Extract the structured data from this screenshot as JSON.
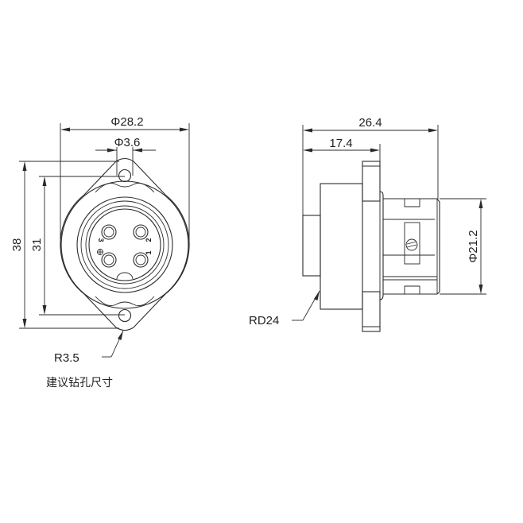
{
  "drawing": {
    "front_view": {
      "dimensions": {
        "outer_diameter": "Φ28.2",
        "hole_diameter": "Φ3.6",
        "total_height": "38",
        "hole_spacing": "31",
        "corner_radius": "R3.5"
      },
      "note": "建议钻孔尺寸",
      "pins": [
        {
          "label": "1"
        },
        {
          "label": "2"
        },
        {
          "label": "3"
        },
        {
          "label": "⏚",
          "name": "ground"
        }
      ]
    },
    "side_view": {
      "dimensions": {
        "total_length": "26.4",
        "flange_length": "17.4",
        "front_diameter": "Φ21.2",
        "rear_shape": "RD24"
      }
    }
  },
  "colors": {
    "line": "#2a2a2a",
    "background": "#ffffff"
  }
}
